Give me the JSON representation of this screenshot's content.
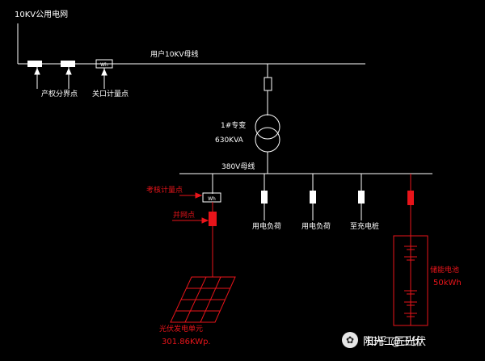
{
  "labels": {
    "grid": "10KV公用电网",
    "property_boundary": "产权分界点",
    "gateway_meter": "关口计量点",
    "user_bus": "用户10KV母线",
    "transformer_name": "1#专变",
    "transformer_rating": "630KVA",
    "lv_bus": "380V母线",
    "assessment_meter": "考核计量点",
    "grid_connection": "并网点",
    "load1": "用电负荷",
    "load2": "用电负荷",
    "charging": "至充电桩",
    "storage_name": "储能电池",
    "storage_capacity": "50kWh",
    "pv_name": "光伏发电单元",
    "pv_capacity": "301.86KWp.",
    "meter_symbol": "Wh"
  },
  "watermark": {
    "text": "阳光工匠光伏",
    "overlay": "知乎 @王伏"
  },
  "colors": {
    "background": "#000000",
    "line": "#ffffff",
    "accent": "#e8141a"
  }
}
